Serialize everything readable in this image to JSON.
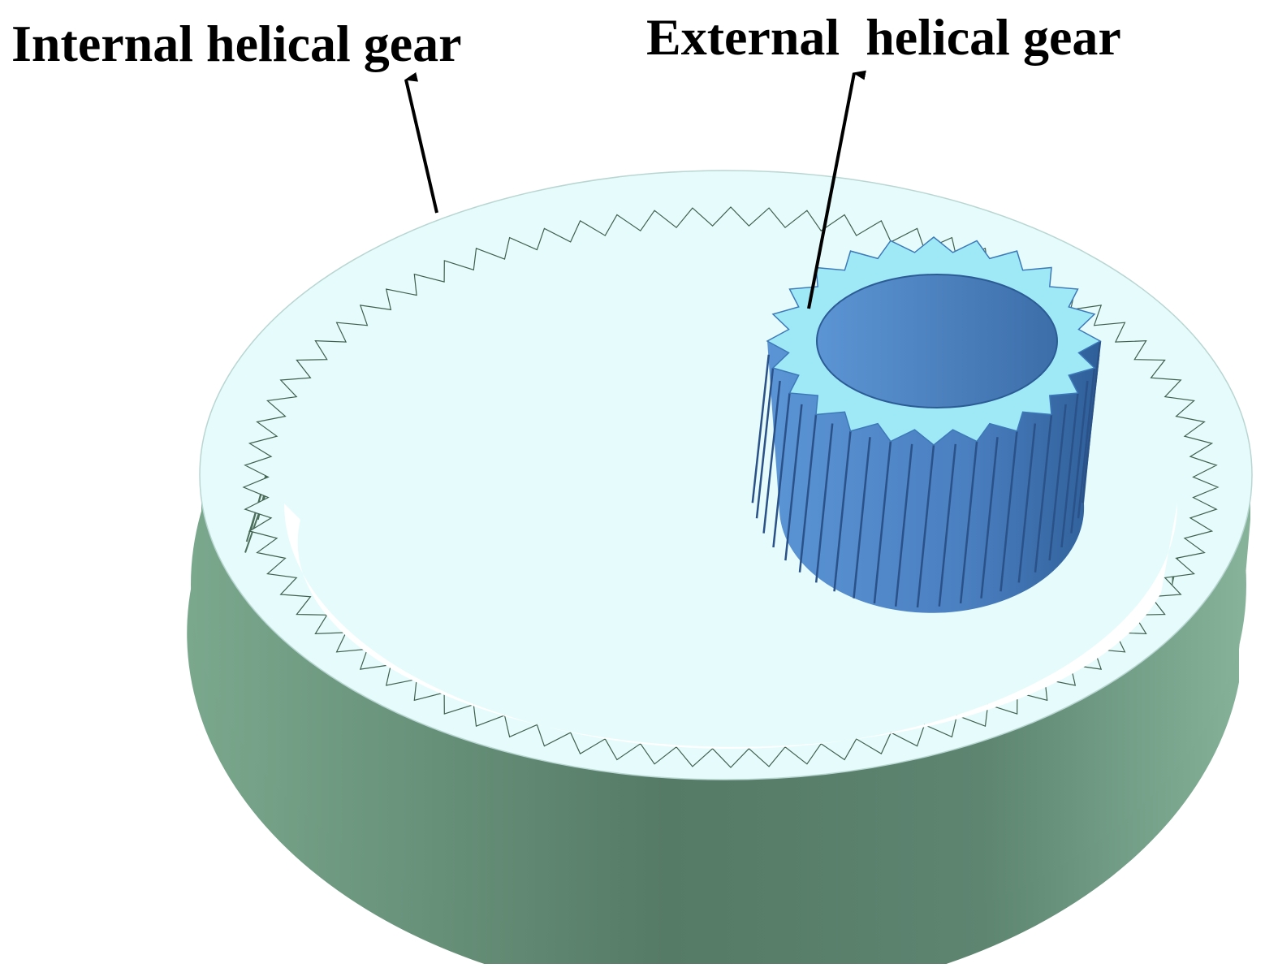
{
  "labels": {
    "internal_gear": "Internal helical gear",
    "external_gear": "External  helical gear"
  },
  "colors": {
    "internal_gear_side": "#6e9a80",
    "internal_gear_side_dark": "#557a66",
    "internal_gear_face": "#e6fbfb",
    "internal_gear_teeth": "#7faa90",
    "internal_gear_teeth_dark": "#4d705c",
    "external_gear_side": "#4f86c6",
    "external_gear_side_dark": "#2f5f99",
    "external_gear_face": "#9fe9f7",
    "external_gear_bore": "#4a7fc0",
    "arrow": "#000000",
    "label_text": "#000000"
  },
  "gears": {
    "internal_teeth_count": 80,
    "external_teeth_count": 24
  }
}
